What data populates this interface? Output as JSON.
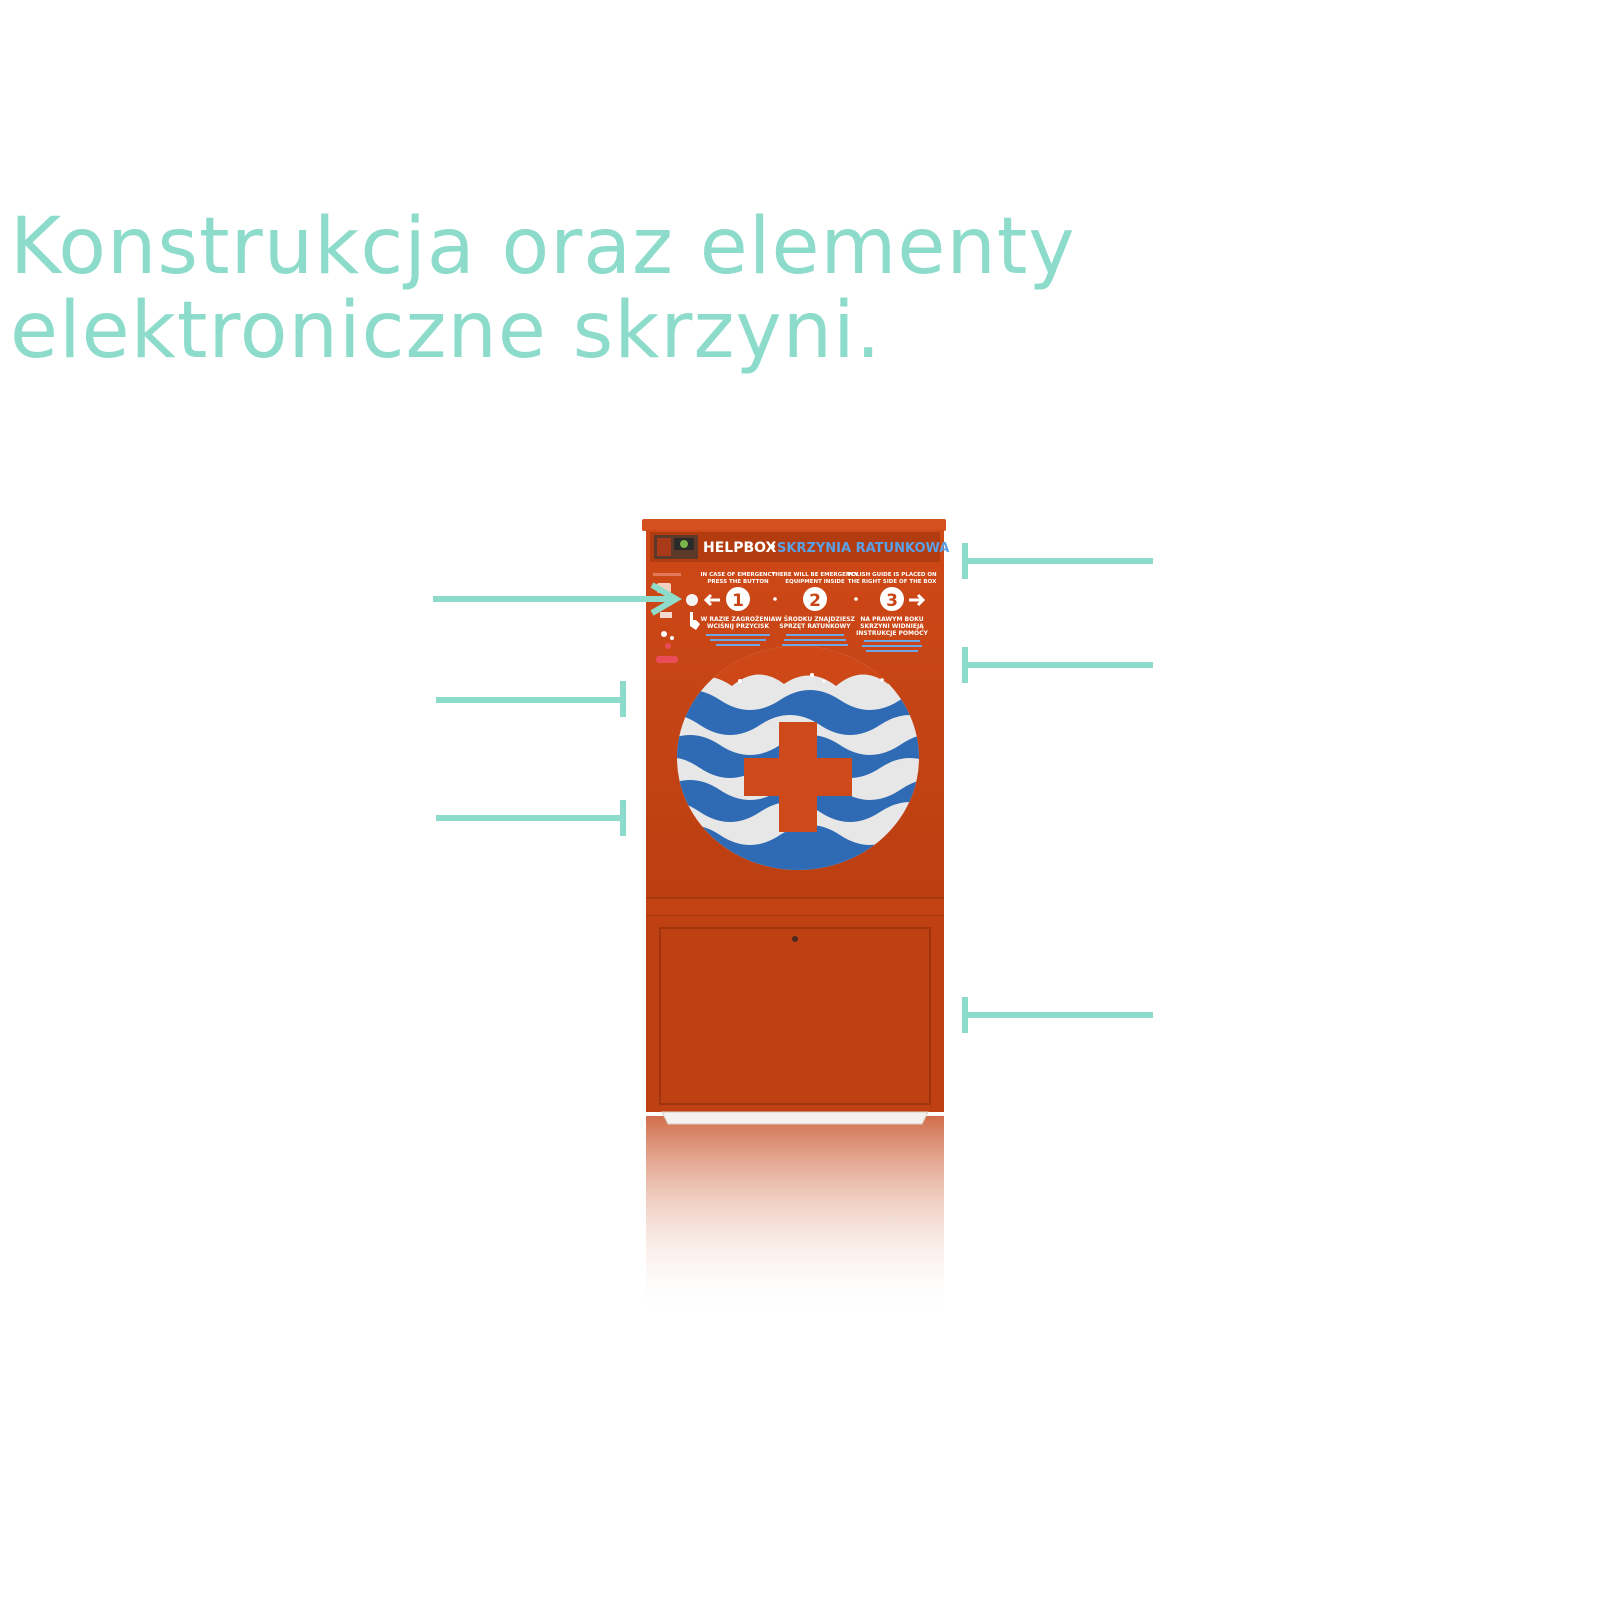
{
  "title": {
    "line1": "Konstrukcja oraz elementy",
    "line2": "elektroniczne skrzyni."
  },
  "box": {
    "brand": "HELPBOX",
    "brand_separator": "•",
    "brand_subtitle": "SKRZYNIA RATUNKOWA",
    "steps": [
      {
        "number": "1",
        "en": [
          "IN CASE OF EMERGENCY",
          "PRESS THE BUTTON"
        ],
        "pl": [
          "W RAZIE ZAGROŻENIA",
          "WCIŚNIJ PRZYCISK"
        ]
      },
      {
        "number": "2",
        "en": [
          "THERE WILL BE EMERGENCY",
          "EQUIPMENT INSIDE"
        ],
        "pl": [
          "W ŚRODKU ZNAJDZIESZ",
          "SPRZĘT RATUNKOWY"
        ]
      },
      {
        "number": "3",
        "en": [
          "POLISH GUIDE IS PLACED ON",
          "THE RIGHT SIDE OF THE BOX"
        ],
        "pl": [
          "NA PRAWYM BOKU",
          "SKRZYNI WIDNIEJĄ",
          "INSTRUKCJE POMOCY"
        ]
      }
    ]
  },
  "colors": {
    "accent": "#8ddccb",
    "box_orange": "#c94415",
    "box_orange_dark": "#b23a10",
    "wave_blue": "#2f6bb5",
    "wave_white": "#e7e7e7",
    "cross_orange": "#cf4a1a"
  },
  "icons": {
    "pointer": "pointing-hand-icon",
    "arrow_left": "arrow-left-icon",
    "arrow_right": "arrow-right-icon",
    "cross": "medical-cross-icon"
  }
}
